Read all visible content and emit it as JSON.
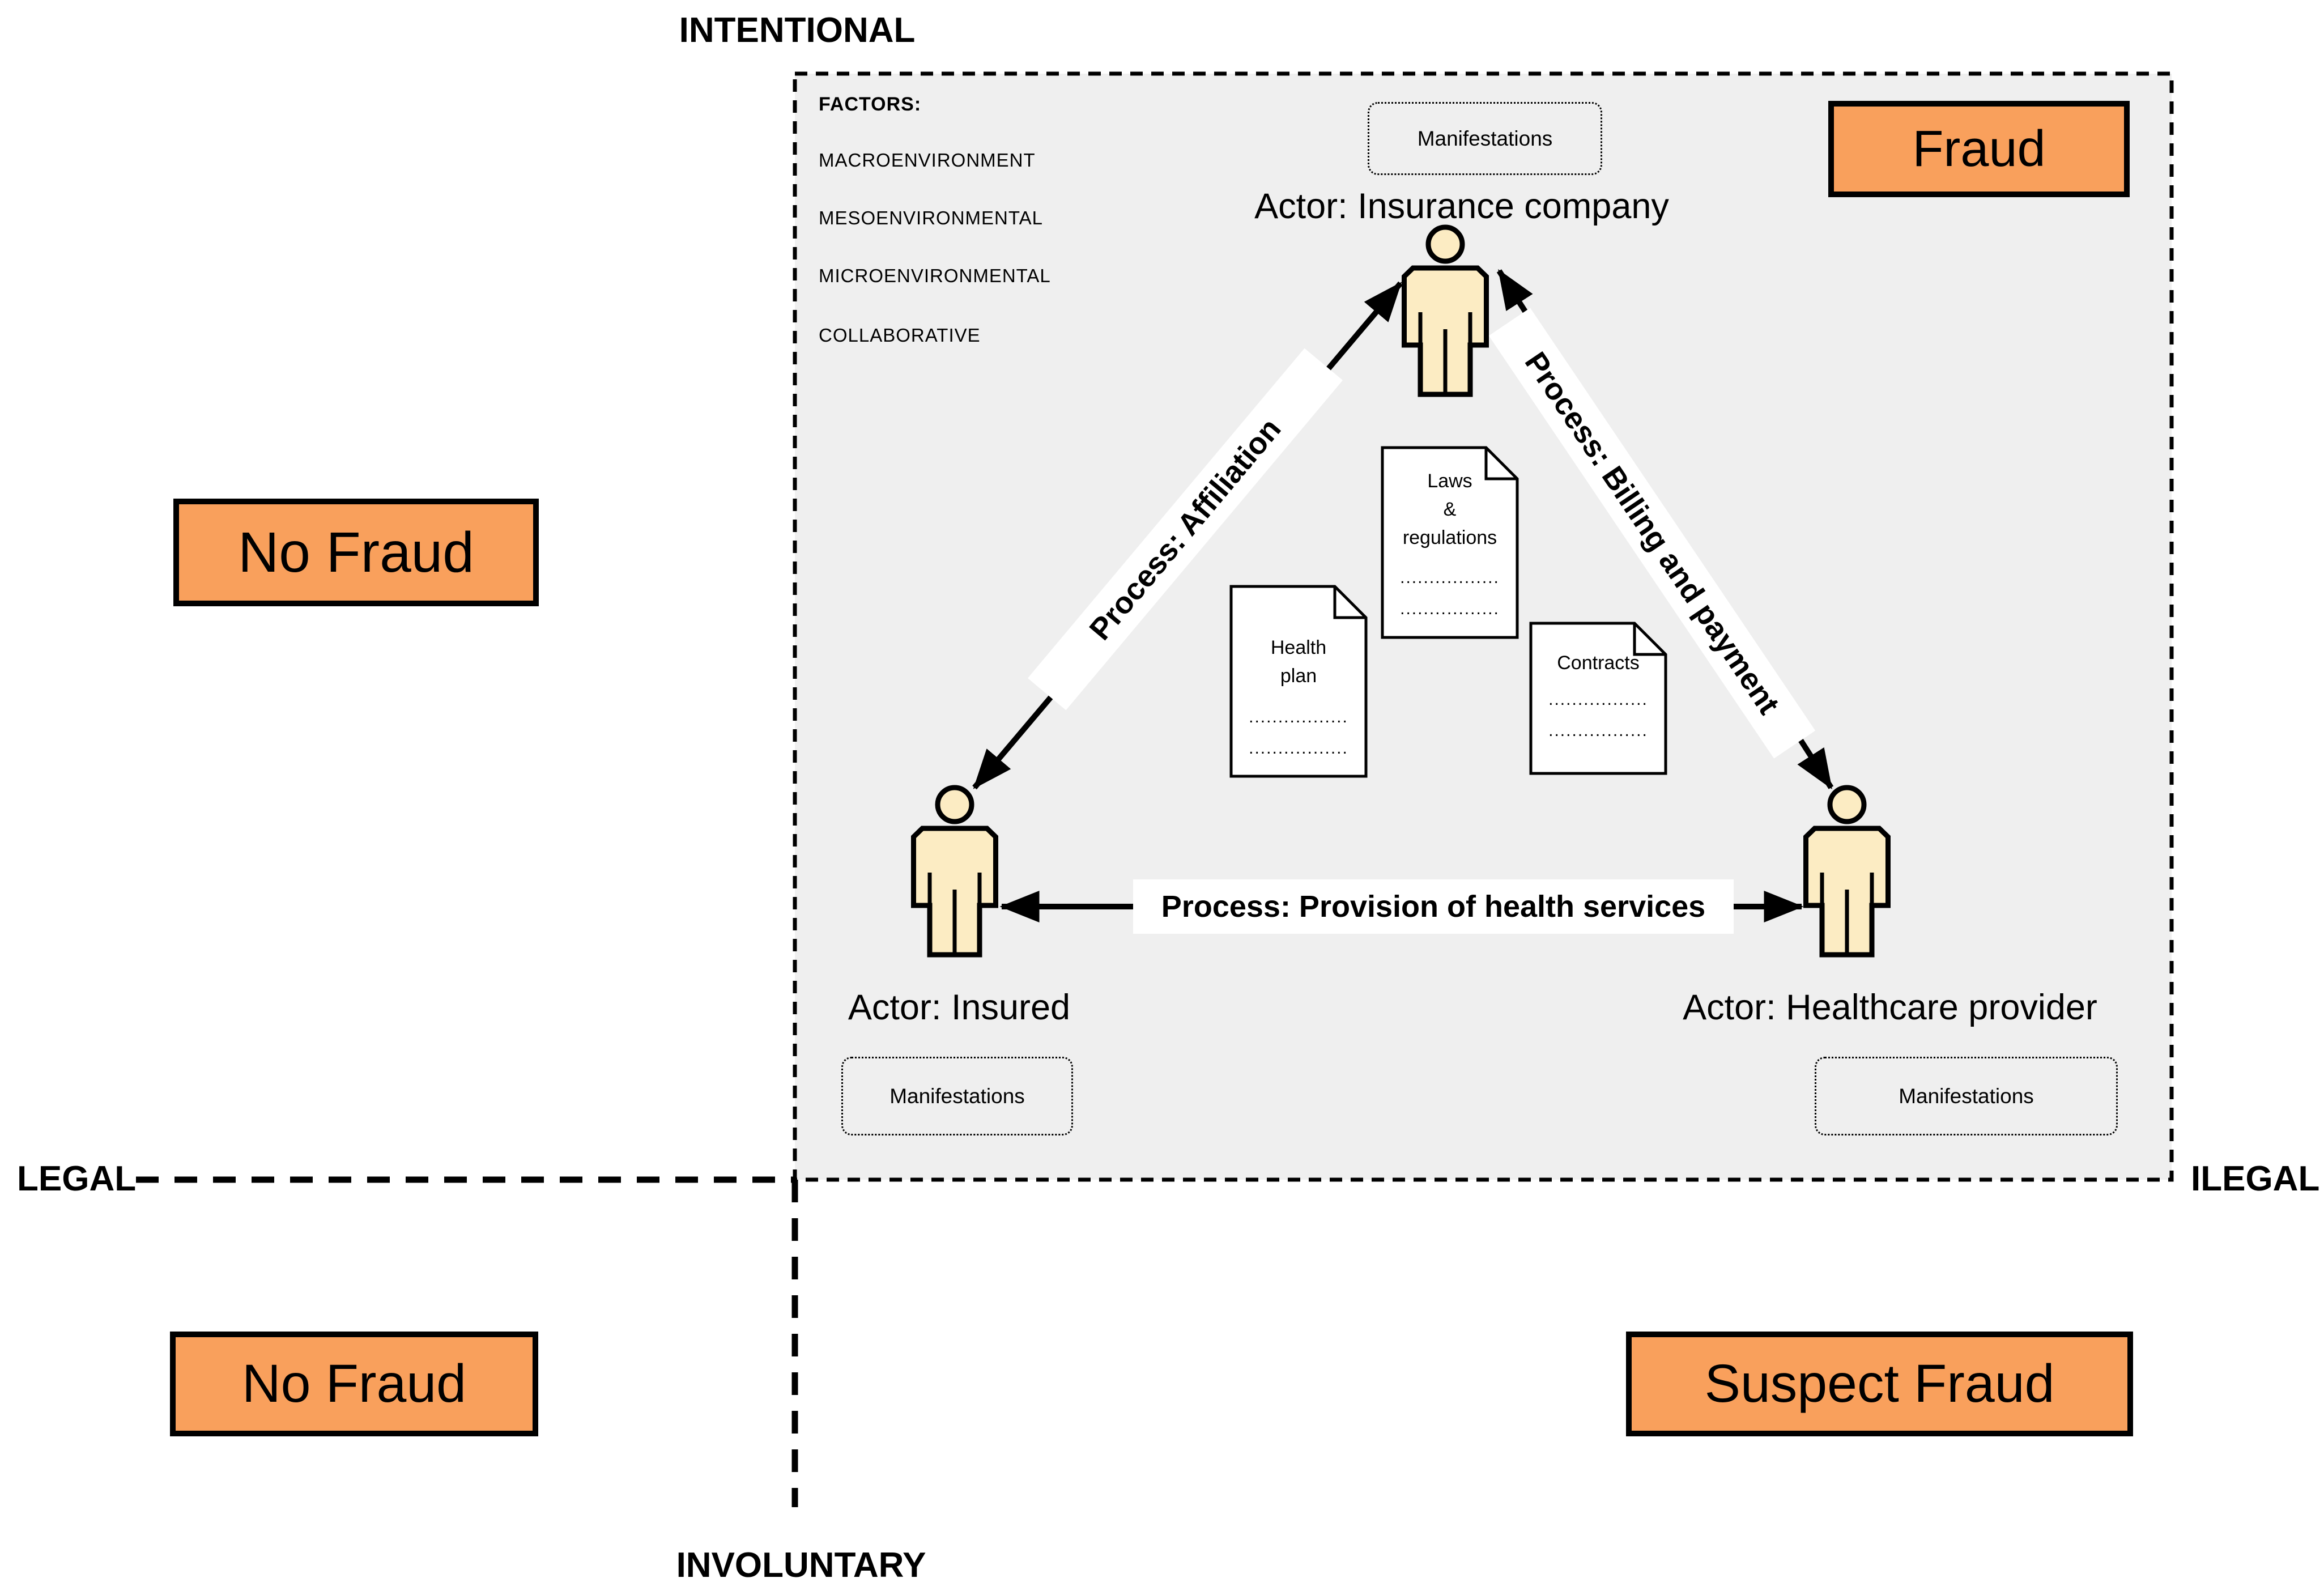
{
  "title": "Healthcare fraud actors-processes quadrant diagram",
  "colors": {
    "accent_orange": "#F9A05C",
    "person_fill": "#FCECC3",
    "region_gray": "#EFEFEF",
    "line_black": "#000000",
    "label_bg_white": "#FFFFFF"
  },
  "axes": {
    "top": "INTENTIONAL",
    "bottom": "INVOLUNTARY",
    "left": "LEGAL",
    "right": "ILEGAL"
  },
  "quadrants": {
    "top_left": "No Fraud",
    "top_right": "Fraud",
    "bottom_left": "No Fraud",
    "bottom_right": "Suspect Fraud"
  },
  "factors": {
    "title": "FACTORS:",
    "items": [
      "MACROENVIRONMENT",
      "MESOENVIRONMENTAL",
      "MICROENVIRONMENTAL",
      "COLLABORATIVE"
    ]
  },
  "actors": {
    "insurance": "Actor: Insurance company",
    "insured": "Actor: Insured",
    "provider": "Actor: Healthcare provider"
  },
  "manifestations": {
    "top": "Manifestations",
    "left": "Manifestations",
    "right": "Manifestations"
  },
  "processes": {
    "affiliation": "Process: Affiliation",
    "billing": "Process: Billing and payment",
    "provision": "Process: Provision of health services"
  },
  "documents": {
    "laws": {
      "line1": "Laws",
      "line2": "&",
      "line3": "regulations",
      "dots1": ".................",
      "dots2": "................."
    },
    "health": {
      "line1": "Health",
      "line2": "plan",
      "dots1": ".................",
      "dots2": "................."
    },
    "contracts": {
      "line1": "Contracts",
      "dots1": ".................",
      "dots2": "................."
    }
  },
  "icons": {
    "person": "person-pictogram-icon",
    "document": "folded-corner-document-icon",
    "arrow": "double-headed-arrow"
  }
}
